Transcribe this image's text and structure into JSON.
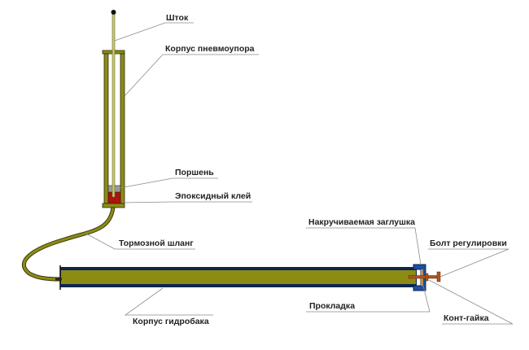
{
  "labels": {
    "rod": "Шток",
    "air_cylinder_body": "Корпус пневмоупора",
    "piston": "Поршень",
    "epoxy": "Эпоксидный клей",
    "brake_hose": "Тормозной шланг",
    "hydro_tank_body": "Корпус гидробака",
    "screw_cap": "Накручиваемая заглушка",
    "adjust_bolt": "Болт регулировки",
    "gasket": "Прокладка",
    "lock_nut": "Конт-гайка"
  },
  "colors": {
    "olive": "#8c8c14",
    "dark_outline": "#2a2a10",
    "navy": "#0c2450",
    "cap_blue": "#1f4f9f",
    "epoxy_red": "#b01010",
    "piston_gray": "#9a9a9a",
    "bolt_brown": "#b0541e"
  }
}
